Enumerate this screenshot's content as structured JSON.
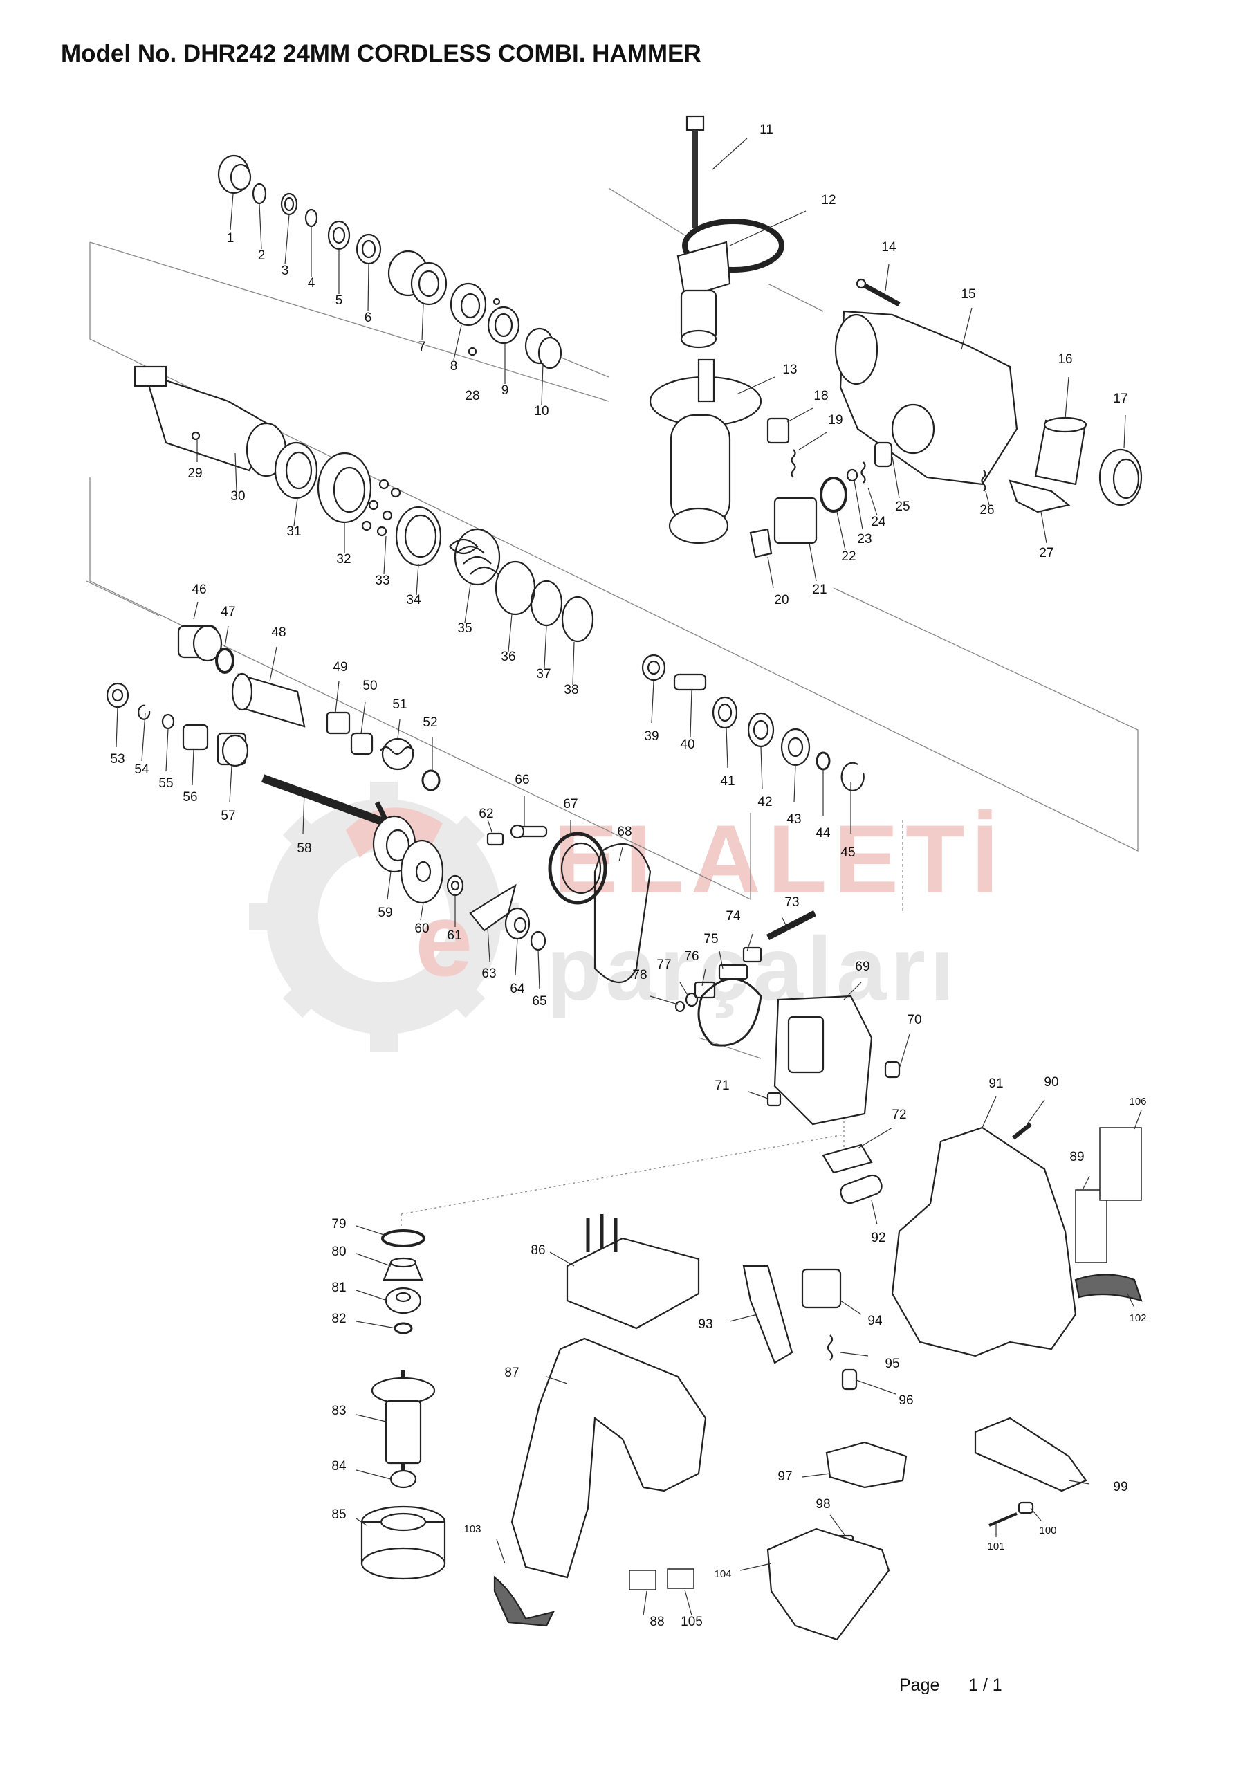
{
  "header": {
    "title": "Model No. DHR242  24MM CORDLESS COMBI. HAMMER"
  },
  "watermark": {
    "word1": "ELALETİ",
    "word2": "parçaları",
    "color": "#e9a49c",
    "gear_color": "#d9d9d9"
  },
  "footer": {
    "page_label": "Page",
    "page_number": "1 / 1"
  },
  "colors": {
    "line": "#222222",
    "lead": "#333333",
    "axis": "#888888"
  },
  "parts": [
    "1",
    "2",
    "3",
    "4",
    "5",
    "6",
    "7",
    "8",
    "9",
    "10",
    "11",
    "12",
    "13",
    "14",
    "15",
    "16",
    "17",
    "18",
    "19",
    "20",
    "21",
    "22",
    "23",
    "24",
    "25",
    "26",
    "27",
    "28",
    "29",
    "30",
    "31",
    "32",
    "33",
    "34",
    "35",
    "36",
    "37",
    "38",
    "39",
    "40",
    "41",
    "42",
    "43",
    "44",
    "45",
    "46",
    "47",
    "48",
    "49",
    "50",
    "51",
    "52",
    "53",
    "54",
    "55",
    "56",
    "57",
    "58",
    "59",
    "60",
    "61",
    "62",
    "63",
    "64",
    "65",
    "66",
    "67",
    "68",
    "69",
    "70",
    "71",
    "72",
    "73",
    "74",
    "75",
    "76",
    "77",
    "78",
    "79",
    "80",
    "81",
    "82",
    "83",
    "84",
    "85",
    "86",
    "87",
    "88",
    "89",
    "90",
    "91",
    "92",
    "93",
    "94",
    "95",
    "96",
    "97",
    "98",
    "99",
    "100",
    "101",
    "102",
    "103",
    "104",
    "105",
    "106"
  ]
}
